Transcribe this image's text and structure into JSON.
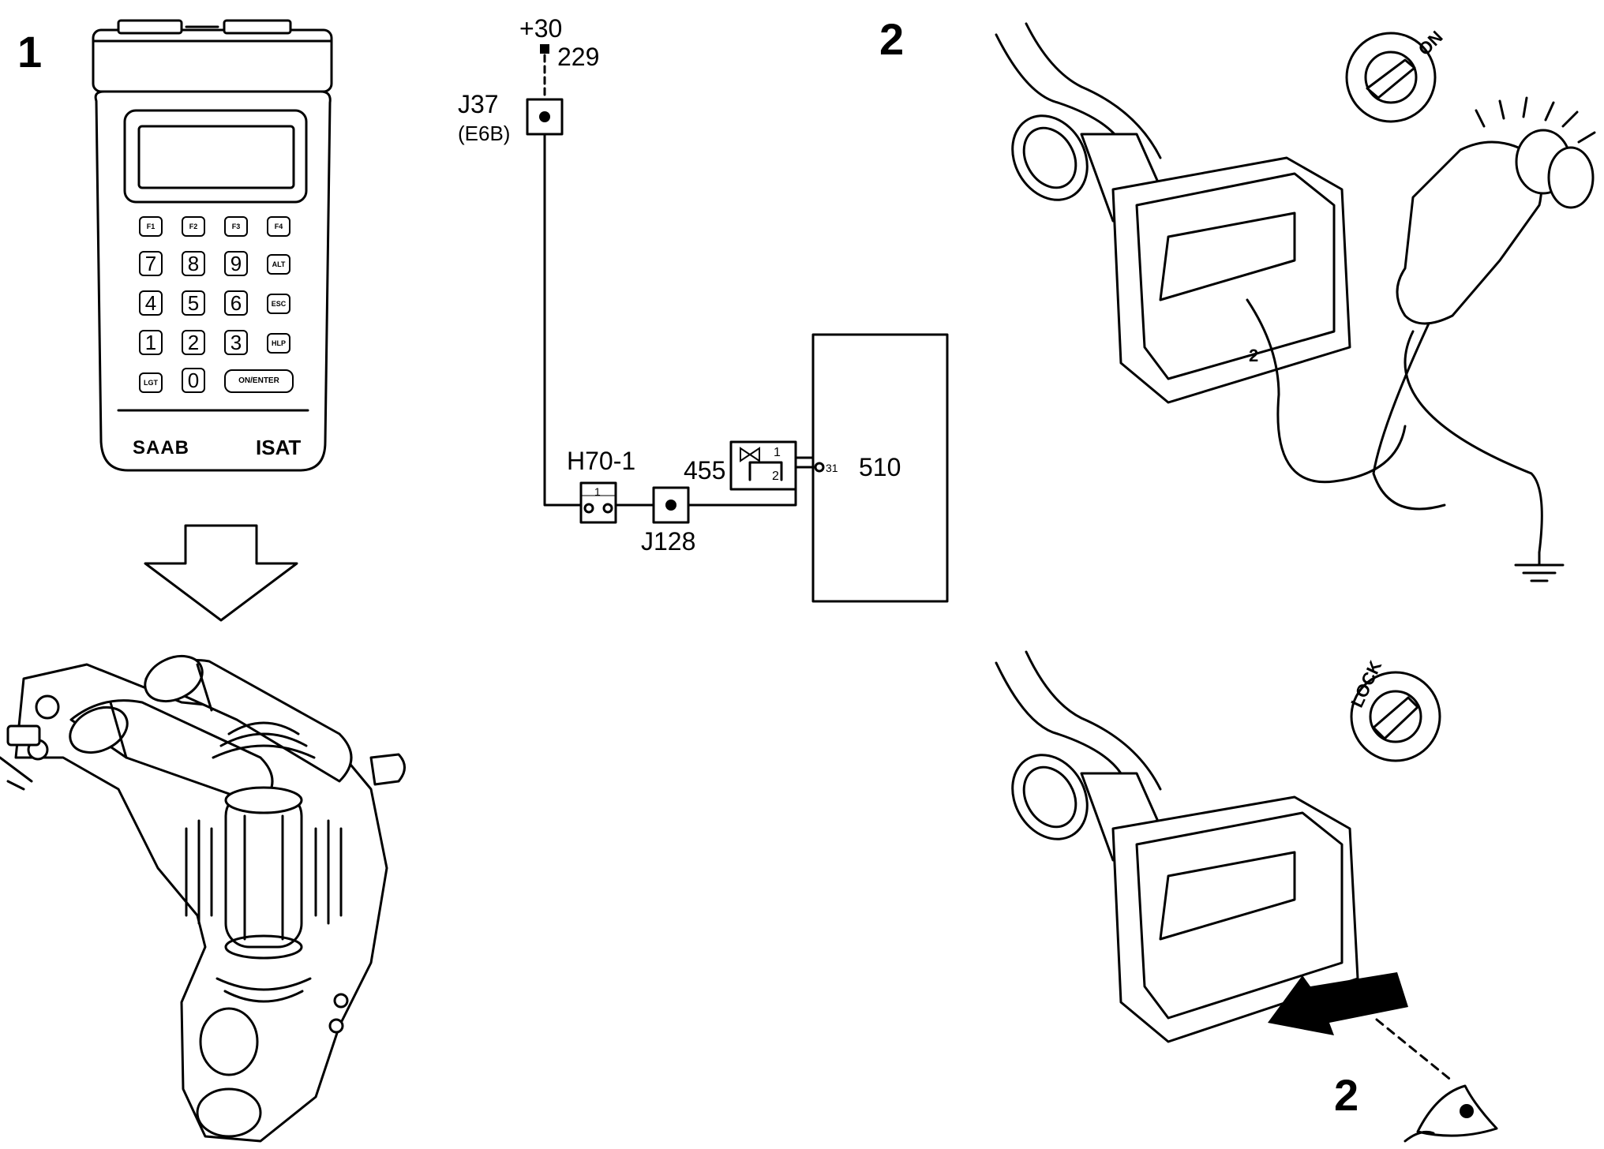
{
  "step_labels": {
    "step1": "1",
    "step2": "2",
    "step2_inspect": "2"
  },
  "isat": {
    "function_keys": [
      "F1",
      "F2",
      "F3",
      "F4"
    ],
    "number_rows": [
      [
        "7",
        "8",
        "9",
        "ALT"
      ],
      [
        "4",
        "5",
        "6",
        "ESC"
      ],
      [
        "1",
        "2",
        "3",
        "HLP"
      ]
    ],
    "bottom_row": {
      "lgt": "LGT",
      "zero": "0",
      "enter": "ON/ENTER"
    },
    "brand": "SAAB",
    "model": "ISAT"
  },
  "wiring": {
    "supply": "+30",
    "wire_229": "229",
    "junction_j37": "J37",
    "junction_j37_sub": "(E6B)",
    "connector_h70": "H70-1",
    "connector_h70_pin": "1",
    "junction_j128": "J128",
    "valve": "455",
    "valve_pin1": "1",
    "valve_pin2": "2",
    "ecu_pin": "31",
    "ecu": "510"
  },
  "connector_views": {
    "pin_label": "2",
    "switch_on": "ON",
    "switch_lock": "LOCK"
  }
}
